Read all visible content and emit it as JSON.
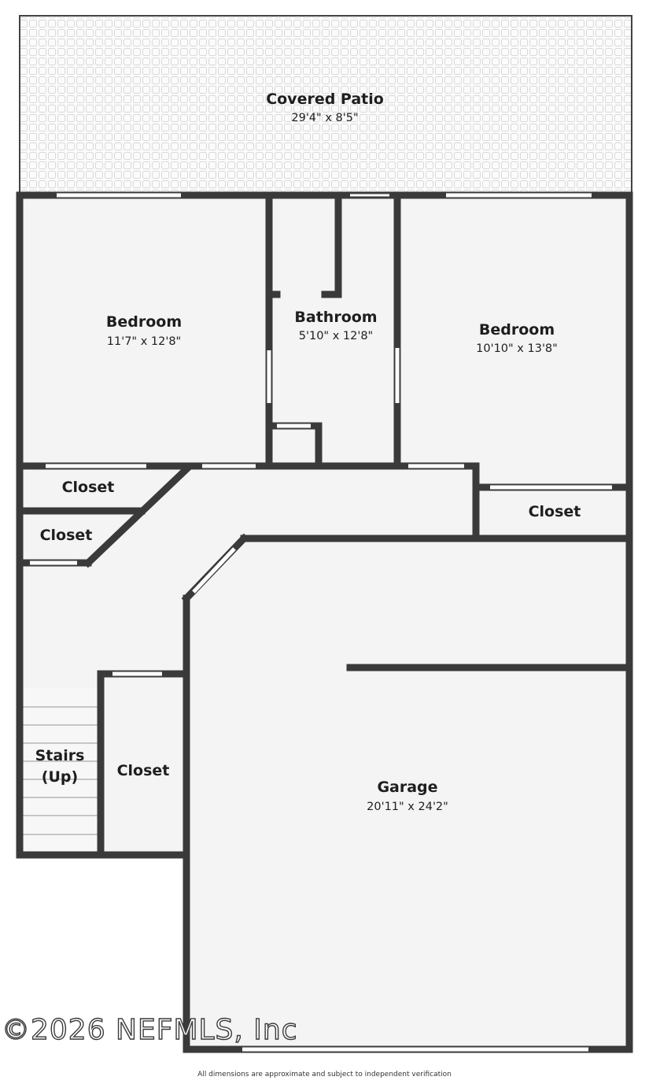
{
  "rooms": {
    "covered_patio": {
      "name": "Covered Patio",
      "dims": "29'4\" x 8'5\""
    },
    "bedroom_left": {
      "name": "Bedroom",
      "dims": "11'7\" x 12'8\""
    },
    "bathroom": {
      "name": "Bathroom",
      "dims": "5'10\" x 12'8\""
    },
    "bedroom_right": {
      "name": "Bedroom",
      "dims": "10'10\" x 13'8\""
    },
    "closet_1": {
      "name": "Closet"
    },
    "closet_2": {
      "name": "Closet"
    },
    "closet_3": {
      "name": "Closet"
    },
    "closet_4": {
      "name": "Closet"
    },
    "stairs": {
      "name_line1": "Stairs",
      "name_line2": "(Up)"
    },
    "garage": {
      "name": "Garage",
      "dims": "20'11\" x 24'2\""
    }
  },
  "watermark": "©2026 NEFMLS, Inc",
  "disclaimer": "All dimensions are approximate and subject to independent verification",
  "colors": {
    "wall": "#3a3a3a",
    "floor": "#f4f4f4",
    "patio_tile": "#dcdcdc",
    "opening": "#ffffff"
  }
}
